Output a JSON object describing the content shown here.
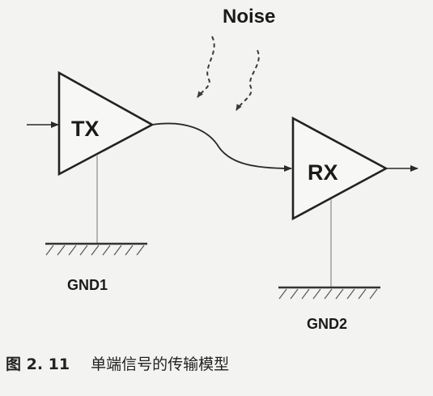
{
  "diagram": {
    "noise_label": "Noise",
    "tx_label": "TX",
    "rx_label": "RX",
    "gnd1_label": "GND1",
    "gnd2_label": "GND2"
  },
  "caption": {
    "figure_number": "图 2. 11",
    "text": "单端信号的传输模型"
  },
  "colors": {
    "stroke": "#2a2a2a",
    "ground_wire": "#9a9a9a",
    "background": "#f3f3f1"
  }
}
